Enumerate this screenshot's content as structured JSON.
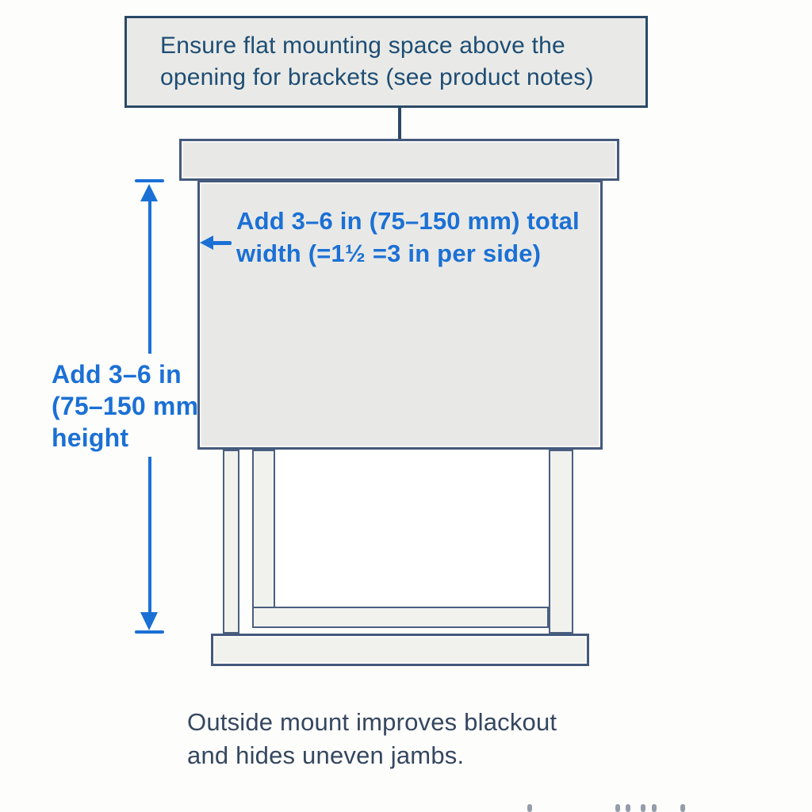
{
  "callout": {
    "line1": "Ensure flat mounting space above the",
    "line2": "opening for brackets (see product notes)"
  },
  "width_note": {
    "line1": "Add 3–6 in (75–150 mm) total",
    "line2": "width (=1½ =3 in per side)"
  },
  "height_note": {
    "line1": "Add 3–6 in",
    "line2": "(75–150 mm",
    "line3": "height"
  },
  "caption": {
    "line1": "Outside mount improves blackout",
    "line2": "and hides uneven jambs."
  },
  "colors": {
    "accent_blue": "#1b70d5",
    "callout_text": "#1e4d74",
    "caption_text": "#35475f",
    "callout_border": "#2a4a66",
    "frame_border": "#44597c",
    "panel_fill": "#e8e9e6",
    "trim_fill": "#f1f1ee",
    "background": "#fdfdfc"
  },
  "footer_marks": [
    665,
    776,
    789,
    808,
    822,
    858
  ]
}
